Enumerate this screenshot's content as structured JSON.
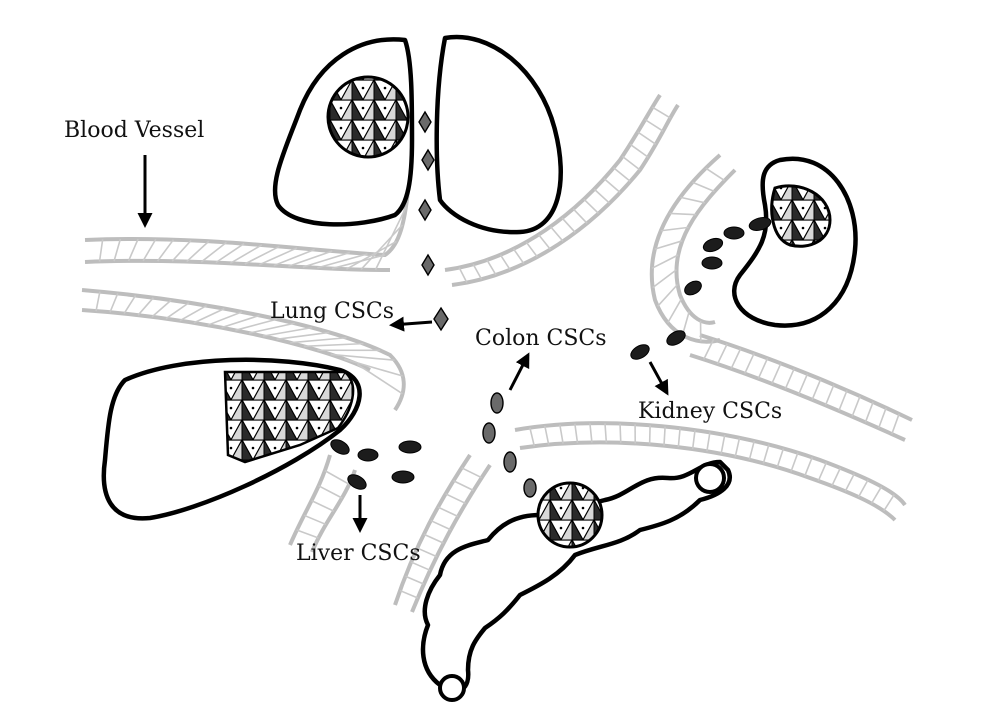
{
  "labels": {
    "blood_vessel": "Blood Vessel",
    "lung": "Lung CSCs",
    "colon": "Colon CSCs",
    "kidney": "Kidney CSCs",
    "liver": "Liver CSCs"
  },
  "colors": {
    "outline": "#000000",
    "vessel": "#bdbdbd",
    "tumor": "#1c1c1c",
    "circulating_cell_gray": "#6a6a6a"
  }
}
